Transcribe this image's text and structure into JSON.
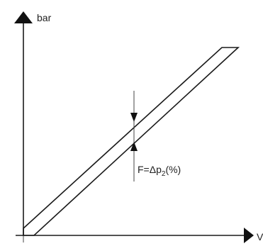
{
  "axes": {
    "y_label": "bar",
    "x_label": "V"
  },
  "annotation": {
    "prefix": "F=Δp",
    "subscript": "2",
    "suffix": "(%)"
  },
  "colors": {
    "ink": "#1a1a1a",
    "background": "#ffffff"
  }
}
